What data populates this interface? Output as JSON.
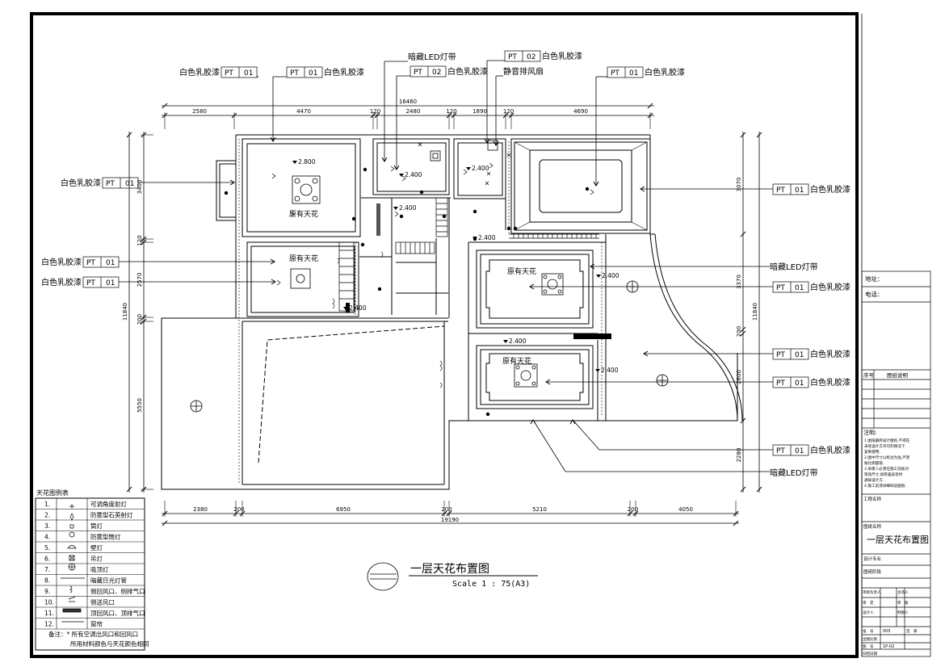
{
  "drawing": {
    "title": "一层天花布置图",
    "scale": "Scale 1 : 75(A3)"
  },
  "materials": {
    "pt01_code": "PT",
    "pt01_num": "01",
    "pt02_num": "02",
    "white_latex": "白色乳胶漆",
    "led_strip": "暗藏LED灯带",
    "silent_fan": "静音排风扇",
    "original_ceiling": "原有天花"
  },
  "dimensions": {
    "top_total": "16460",
    "top": [
      "2580",
      "4470",
      "120",
      "2480",
      "120",
      "1890",
      "120",
      "4690"
    ],
    "bottom_total": "19190",
    "bottom": [
      "2380",
      "200",
      "6950",
      "200",
      "5210",
      "200",
      "4050"
    ],
    "left_total": "11840",
    "left": [
      "3400",
      "120",
      "2570",
      "200",
      "5550"
    ],
    "right_total": "11840",
    "right": [
      "3070",
      "3370",
      "200",
      "2600",
      "2280"
    ]
  },
  "levels": [
    "2.800",
    "2.400",
    "2.400",
    "2.400",
    "2.400",
    "2.400",
    "2.400",
    "2.400",
    "2.400"
  ],
  "legend": {
    "title": "天花图例表",
    "items": [
      {
        "num": "1.",
        "label": "可调角度射灯"
      },
      {
        "num": "2.",
        "label": "防雾型石英射灯"
      },
      {
        "num": "3.",
        "label": "筒灯"
      },
      {
        "num": "4.",
        "label": "防雾型筒灯"
      },
      {
        "num": "5.",
        "label": "壁灯"
      },
      {
        "num": "6.",
        "label": "吊灯"
      },
      {
        "num": "7.",
        "label": "吸顶灯"
      },
      {
        "num": "8.",
        "label": "暗藏日光灯管"
      },
      {
        "num": "9.",
        "label": "侧回风口、侧排气口"
      },
      {
        "num": "10.",
        "label": "侧送风口"
      },
      {
        "num": "11.",
        "label": "顶回风口、顶排气口"
      },
      {
        "num": "12.",
        "label": "窗帘"
      }
    ],
    "note_line1": "备注：* 所有空调出风口和回风口",
    "note_line2": "所用材料颜色与天花颜色相同"
  },
  "title_block": {
    "address": "地址：",
    "phone": "电话：",
    "seq": "序号",
    "drawing_desc": "图纸说明",
    "notes_title": "注明:",
    "notes": [
      "1.图纸最终设计版权,不得在",
      "未经设计方许可的情况下",
      "复制使用.",
      "2.图中尺寸以标注为准,严禁",
      "按比例量取.",
      "3.承建人必须在施工前核对",
      "现场尺寸,如有差异及时",
      "通知设计方.",
      "4.施工前须详细阅读图纸."
    ],
    "project_name": "工程名称",
    "drawing_name_label": "图纸名称",
    "drawing_name": "一层天花布置图",
    "design_major": "设计专业",
    "drawing_stage": "图纸阶段",
    "project_lead": "项目负责人",
    "chief": "主持人",
    "review": "审　定",
    "check": "审　核",
    "design": "设计人",
    "draw": "制图人",
    "sheet_no_label": "张　号",
    "sheet_no": "005",
    "sign": "签　章",
    "scale_label": "出图比例",
    "drawing_no_label": "图　号",
    "drawing_no": "1P-02",
    "date_label": "归档日期"
  }
}
